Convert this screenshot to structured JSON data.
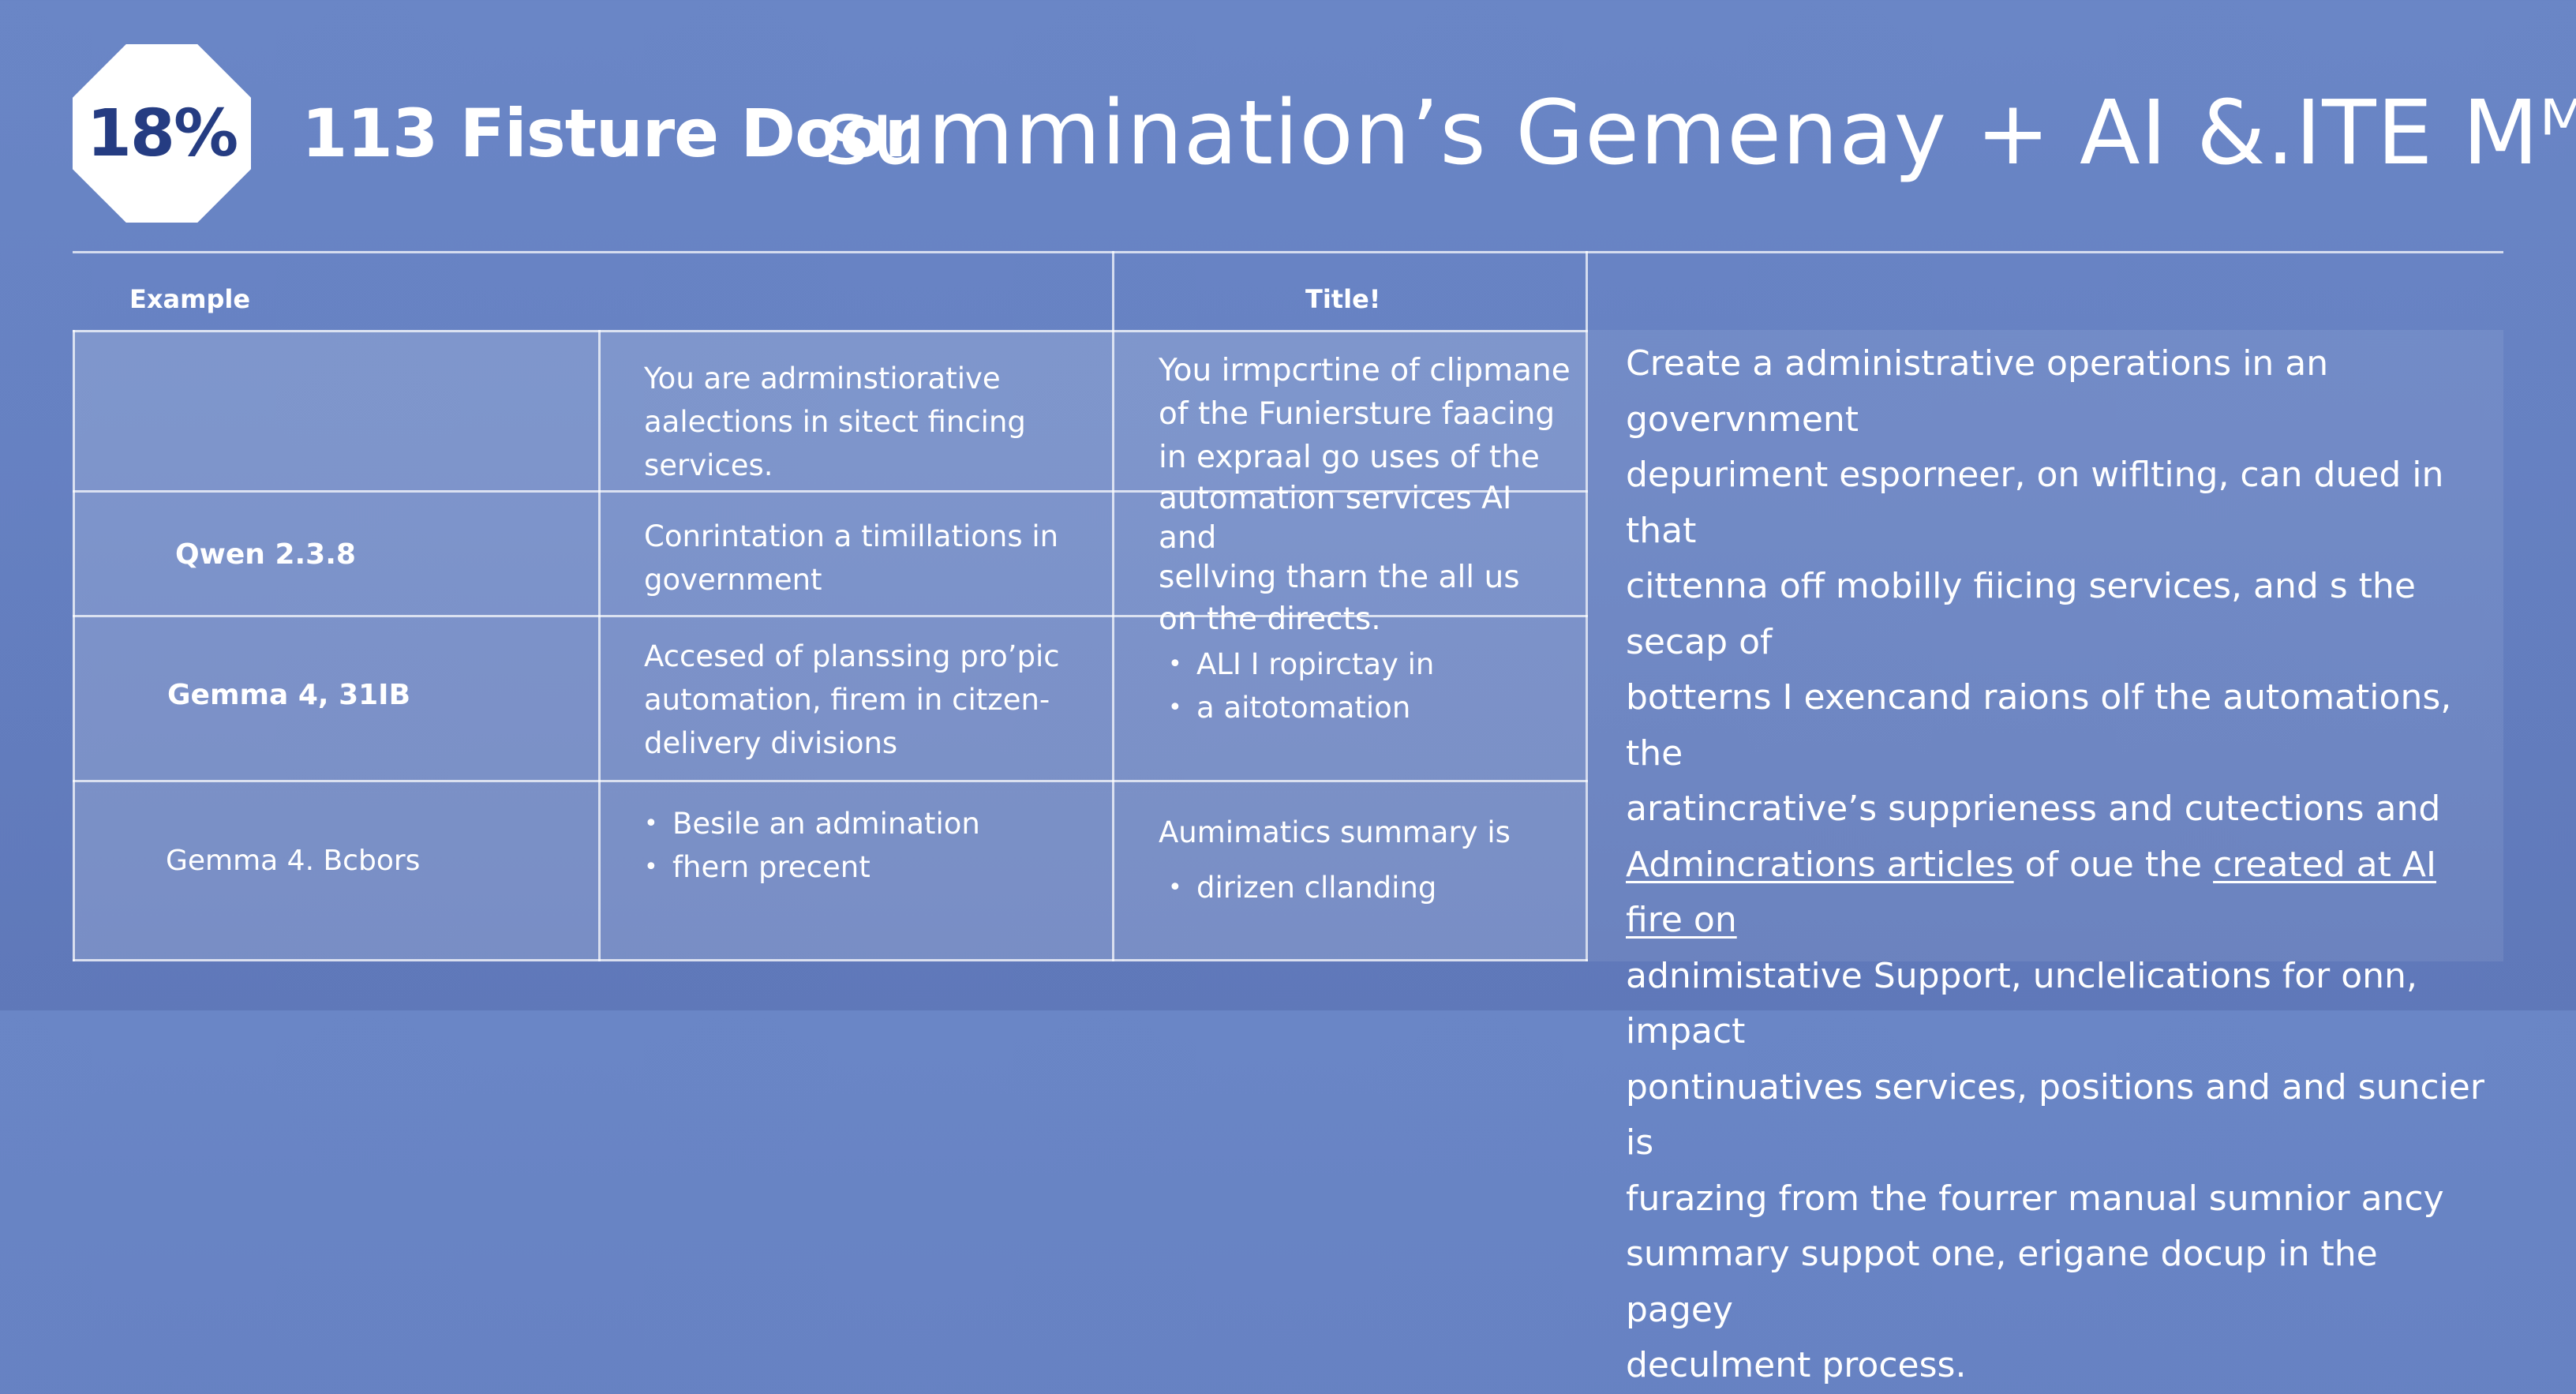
{
  "header": {
    "badge": "18%",
    "title_bold": "113 Fisture Door",
    "title_light": "summination’s Gemenay + AI &.ITE Mᴹ"
  },
  "table": {
    "col_headers": {
      "example": "Example",
      "title": "Title!"
    },
    "rows": [
      {
        "model": "",
        "col2": [
          "You are adrminstiorative",
          "aalections in sitect fincing",
          "services."
        ],
        "col3": [
          "You irmpcrtine of clipmane",
          "of the Funiersture faacing",
          "in expraal go uses of the",
          "automation services AI and",
          "sellving tharn the all us",
          "on the directs."
        ]
      },
      {
        "model": "Qwen 2.3.8",
        "col2": [
          "Conrintation a timillations in",
          "government"
        ]
      },
      {
        "model": "Gemma 4, 31IB",
        "col2": [
          "Accesed of planssing pro’pic",
          "automation, firem in citzen-",
          "delivery divisions"
        ],
        "col3_bullets": [
          "ALI I ropirctay in",
          "a aitotomation"
        ]
      },
      {
        "model": "Gemma 4. Bcbors",
        "col2_bullets": [
          "Besile an admination",
          "fhern precent"
        ],
        "col3_title": "Aumimatics summary is",
        "col3_bullets": [
          "dirizen cllanding"
        ]
      }
    ],
    "long_text": {
      "lines_1": [
        "Create a administrative operations in an govervnment",
        "depuriment esporneer, on wiflting, can dued in that",
        "cittenna off mobilly fiicing services, and s the secap of",
        "botterns I exencand raions olf the automations, the",
        "aratincrative’s supprieness and cutections and"
      ],
      "link_1": "Admincrations articles",
      "between_links": " of oue the ",
      "link_2": "created at AI fire on",
      "lines_2": [
        "adnimistative Support, unclelications for  onn, impact",
        "pontinuatives services, positions and and suncier is",
        "furazing from the fourrer manual sumnior ancy",
        "summary suppot one, erigane docup in the pagey",
        "deculment process."
      ]
    }
  }
}
